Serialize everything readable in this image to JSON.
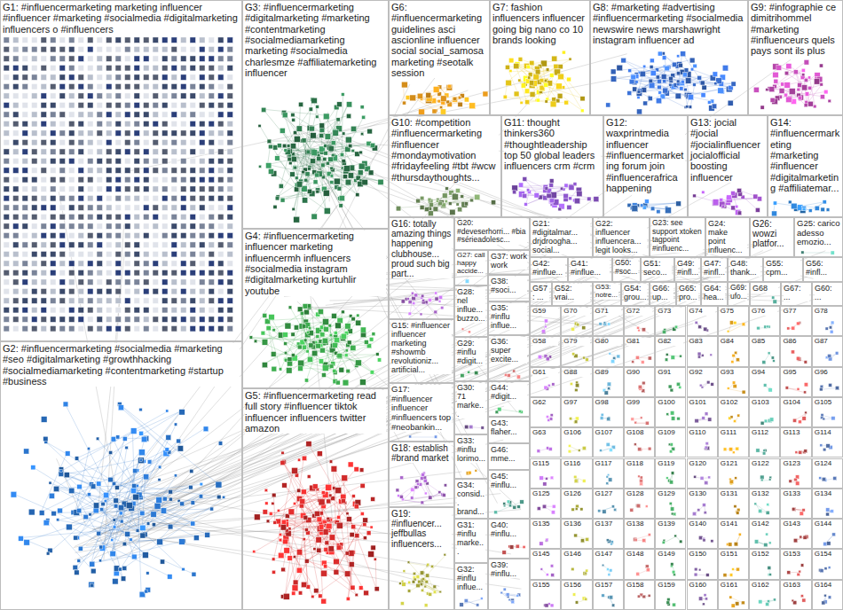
{
  "diagram": {
    "nodes": [
      {
        "text": [
          "G1: #influencermarketing marketing influencer #influencer #marketing #socialmedia #digitalmarketing influencers o #influencers"
        ]
      },
      {
        "text": [
          "G2: #influencermarketing #socialmedia #marketing #seo #digitalmarketing #growthhacking #socialmediamarketing #contentmarketing #startup #business"
        ]
      },
      {
        "text": [
          "G3: #influencermarketing #digitalmarketing #marketing #contentmarketing #socialmediamarketing marketing #socialmedia charlesmze #affiliatemarketing influencer"
        ]
      },
      {
        "text": [
          "G4: #influencermarketing influencer marketing influencermh influencers #socialmedia instagram #digitalmarketing kurtuhlir youtube"
        ]
      },
      {
        "text": [
          "G5: #influencermarketing read full story #influencer tiktok influencer influencers twitter amazon"
        ]
      },
      {
        "text": [
          "G6: #influencermarketing guidelines asci ascionline influencer social social_samosa marketing #seotalk session"
        ]
      },
      {
        "text": [
          "G7: fashion influencers influencer going big nano co 10 brands looking"
        ]
      },
      {
        "text": [
          "G8: #marketing #advertising #influencermarketing #socialmedia newswire news marshawright instagram influencer ad"
        ]
      },
      {
        "text": [
          "G9: #infographie ce dimitrihommel #marketing #influenceurs quels pays sont ils plus"
        ]
      },
      {
        "text": [
          "G10: #competition #influencermarketing #influencer #mondaymotivation #fridayfeeling #tbt #wcw #thursdaythoughts..."
        ]
      },
      {
        "text": [
          "G11: thought thinkers360 #thoughtleadership top 50 global leaders influencers crm #crm"
        ]
      },
      {
        "text": [
          "G12: waxprintmedia influencer #influencermarketing forum join #influencerafrica happening"
        ]
      },
      {
        "text": [
          "G13: jocial #jocial #jocialinfluencer jocialofficial boosting influencer"
        ]
      },
      {
        "text": [
          "G14: #influencermarketing #marketing #influencer #digitalmarketing #affiliatemar..."
        ]
      },
      {
        "text": [
          "G16: totally amazing things happening clubhouse... proud such big part..."
        ]
      },
      {
        "text": [
          "G20: #deveserhorri... #bia #sérieadolesc..."
        ]
      },
      {
        "text": [
          "G21: #digitalmar... drjdroogha... social..."
        ]
      },
      {
        "text": [
          "G22: influencer influencera... legit looks..."
        ]
      },
      {
        "text": [
          "G23: see support xtoken tagpoint #influenc..."
        ]
      },
      {
        "text": [
          "G24: make point influenc..."
        ]
      },
      {
        "text": [
          "G26: wowzi platfor..."
        ]
      },
      {
        "text": [
          "G25: carico adesso emozio..."
        ]
      },
      {
        "text": [
          "G15: #influencer influencer marketing #showmb revolutioniz... artificial..."
        ]
      },
      {
        "text": [
          "G17: #influencer influencer #influencers top #neobankin..."
        ]
      },
      {
        "text": [
          "G18: establish #brand market"
        ]
      },
      {
        "text": [
          "G19: #influencer... jeffbullas influencers..."
        ]
      },
      {
        "text": [
          "G27: call happy accide..."
        ]
      },
      {
        "text": [
          "G28: nel influe... buzzo..."
        ]
      },
      {
        "text": [
          "G29: #influ #digit..."
        ]
      },
      {
        "text": [
          "G30: 71 marke..."
        ]
      },
      {
        "text": [
          "G33: #influ lorimo..."
        ]
      },
      {
        "text": [
          "G34: consid... brand..."
        ]
      },
      {
        "text": [
          "G31: #influ marke..."
        ]
      },
      {
        "text": [
          "G32: #influ influe..."
        ]
      },
      {
        "text": [
          "G37: work work"
        ]
      },
      {
        "text": [
          "G38: #soci..."
        ]
      },
      {
        "text": [
          "G35: #influ influe..."
        ]
      },
      {
        "text": [
          "G36: super excite..."
        ]
      },
      {
        "text": [
          "G44: #digit..."
        ]
      },
      {
        "text": [
          "G43: flaher..."
        ]
      },
      {
        "text": [
          "G46: mme..."
        ]
      },
      {
        "text": [
          "G45: #influ..."
        ]
      },
      {
        "text": [
          "G40: #influ..."
        ]
      },
      {
        "text": [
          "G39: #influ..."
        ]
      },
      {
        "text": [
          "G42: #influe..."
        ]
      },
      {
        "text": [
          "G41: #influe..."
        ]
      },
      {
        "text": [
          "G50: #soc..."
        ]
      },
      {
        "text": [
          "G51: seco..."
        ]
      },
      {
        "text": [
          "G49: #infl..."
        ]
      },
      {
        "text": [
          "G47: #infl..."
        ]
      },
      {
        "text": [
          "G48: thank..."
        ]
      },
      {
        "text": [
          "G55: cpm..."
        ]
      },
      {
        "text": [
          "G56: #infl..."
        ]
      },
      {
        "text": [
          "G57: ..."
        ]
      },
      {
        "text": [
          "G52: vrai..."
        ]
      },
      {
        "text": [
          "G53: notre..."
        ]
      },
      {
        "text": [
          "G54: grou..."
        ]
      },
      {
        "text": [
          "G66: up..."
        ]
      },
      {
        "text": [
          "G65: pro..."
        ]
      },
      {
        "text": [
          "G64: hea..."
        ]
      },
      {
        "text": [
          "G69: ufo..."
        ]
      },
      {
        "text": [
          "G68"
        ]
      },
      {
        "text": [
          "G67: ..."
        ]
      },
      {
        "text": [
          "G60: ..."
        ]
      },
      {
        "text": [
          "G59"
        ]
      },
      {
        "text": [
          "G70"
        ]
      },
      {
        "text": [
          "G71"
        ]
      },
      {
        "text": [
          "G72"
        ]
      },
      {
        "text": [
          "G73"
        ]
      },
      {
        "text": [
          "G74"
        ]
      },
      {
        "text": [
          "G75"
        ]
      },
      {
        "text": [
          "G76"
        ]
      },
      {
        "text": [
          "G77"
        ]
      },
      {
        "text": [
          "G78"
        ]
      },
      {
        "text": [
          "G58"
        ]
      },
      {
        "text": [
          "G79"
        ]
      },
      {
        "text": [
          "G80"
        ]
      },
      {
        "text": [
          "G81"
        ]
      },
      {
        "text": [
          "G82"
        ]
      },
      {
        "text": [
          "G83"
        ]
      },
      {
        "text": [
          "G84"
        ]
      },
      {
        "text": [
          "G85"
        ]
      },
      {
        "text": [
          "G86"
        ]
      },
      {
        "text": [
          "G87"
        ]
      },
      {
        "text": [
          "G61"
        ]
      },
      {
        "text": [
          "G88"
        ]
      },
      {
        "text": [
          "G89"
        ]
      },
      {
        "text": [
          "G90"
        ]
      },
      {
        "text": [
          "G91"
        ]
      },
      {
        "text": [
          "G92"
        ]
      },
      {
        "text": [
          "G93"
        ]
      },
      {
        "text": [
          "G94"
        ]
      },
      {
        "text": [
          "G95"
        ]
      },
      {
        "text": [
          "G96"
        ]
      },
      {
        "text": [
          "G62"
        ]
      },
      {
        "text": [
          "G97"
        ]
      },
      {
        "text": [
          "G98"
        ]
      },
      {
        "text": [
          "G99"
        ]
      },
      {
        "text": [
          "G100"
        ]
      },
      {
        "text": [
          "G101"
        ]
      },
      {
        "text": [
          "G102"
        ]
      },
      {
        "text": [
          "G103"
        ]
      },
      {
        "text": [
          "G104"
        ]
      },
      {
        "text": [
          "G105"
        ]
      },
      {
        "text": [
          "G63"
        ]
      },
      {
        "text": [
          "G106"
        ]
      },
      {
        "text": [
          "G107"
        ]
      },
      {
        "text": [
          "G108"
        ]
      },
      {
        "text": [
          "G109"
        ]
      },
      {
        "text": [
          "G110"
        ]
      },
      {
        "text": [
          "G111"
        ]
      },
      {
        "text": [
          "G112"
        ]
      },
      {
        "text": [
          "G113"
        ]
      },
      {
        "text": [
          "G114"
        ]
      },
      {
        "text": [
          "G115"
        ]
      },
      {
        "text": [
          "G116"
        ]
      },
      {
        "text": [
          "G117"
        ]
      },
      {
        "text": [
          "G118"
        ]
      },
      {
        "text": [
          "G119"
        ]
      },
      {
        "text": [
          "G120"
        ]
      },
      {
        "text": [
          "G121"
        ]
      },
      {
        "text": [
          "G122"
        ]
      },
      {
        "text": [
          "G123"
        ]
      },
      {
        "text": [
          "G124"
        ]
      },
      {
        "text": [
          "G125"
        ]
      },
      {
        "text": [
          "G126"
        ]
      },
      {
        "text": [
          "G127"
        ]
      },
      {
        "text": [
          "G128"
        ]
      },
      {
        "text": [
          "G129"
        ]
      },
      {
        "text": [
          "G130"
        ]
      },
      {
        "text": [
          "G131"
        ]
      },
      {
        "text": [
          "G132"
        ]
      },
      {
        "text": [
          "G133"
        ]
      },
      {
        "text": [
          "G134"
        ]
      },
      {
        "text": [
          "G135"
        ]
      },
      {
        "text": [
          "G136"
        ]
      },
      {
        "text": [
          "G137"
        ]
      },
      {
        "text": [
          "G138"
        ]
      },
      {
        "text": [
          "G139"
        ]
      },
      {
        "text": [
          "G140"
        ]
      },
      {
        "text": [
          "G141"
        ]
      },
      {
        "text": [
          "G142"
        ]
      },
      {
        "text": [
          "G143"
        ]
      },
      {
        "text": [
          "G144"
        ]
      },
      {
        "text": [
          "G145"
        ]
      },
      {
        "text": [
          "G146"
        ]
      },
      {
        "text": [
          "G147"
        ]
      },
      {
        "text": [
          "G148"
        ]
      },
      {
        "text": [
          "G149"
        ]
      },
      {
        "text": [
          "G150"
        ]
      },
      {
        "text": [
          "G151"
        ]
      },
      {
        "text": [
          "G152"
        ]
      },
      {
        "text": [
          "G153"
        ]
      },
      {
        "text": [
          "G154"
        ]
      },
      {
        "text": [
          "G155"
        ]
      },
      {
        "text": [
          "G156"
        ]
      },
      {
        "text": [
          "G157"
        ]
      },
      {
        "text": [
          "G158"
        ]
      },
      {
        "text": [
          "G159"
        ]
      },
      {
        "text": [
          "G160"
        ]
      },
      {
        "text": [
          "G161"
        ]
      },
      {
        "text": [
          "G162"
        ]
      },
      {
        "text": [
          "G163"
        ]
      },
      {
        "text": [
          "G164"
        ]
      }
    ]
  }
}
